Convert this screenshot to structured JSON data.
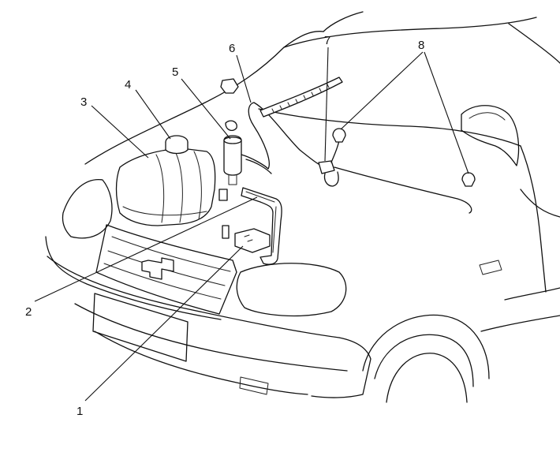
{
  "callouts": [
    {
      "id": "c1",
      "label": "1"
    },
    {
      "id": "c2",
      "label": "2"
    },
    {
      "id": "c3",
      "label": "3"
    },
    {
      "id": "c4",
      "label": "4"
    },
    {
      "id": "c5",
      "label": "5"
    },
    {
      "id": "c6",
      "label": "6"
    },
    {
      "id": "c7",
      "label": "7"
    },
    {
      "id": "c8",
      "label": "8"
    }
  ],
  "colors": {
    "stroke": "#111111",
    "background": "#ffffff"
  }
}
